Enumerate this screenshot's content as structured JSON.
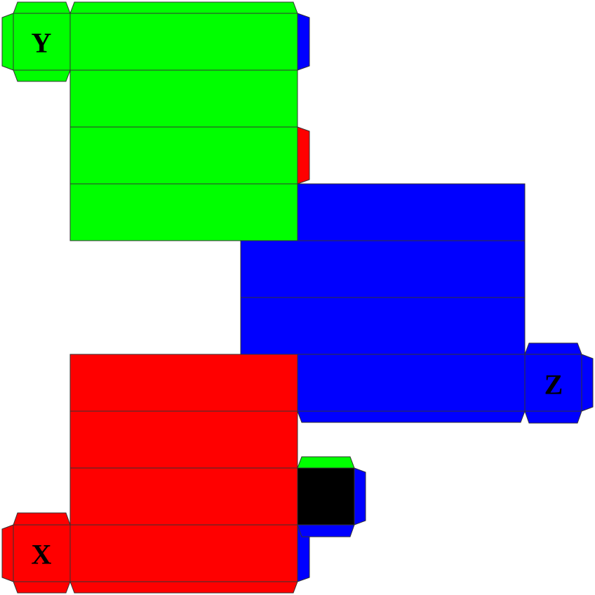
{
  "colors": {
    "green": "#00ff00",
    "blue": "#0000ff",
    "red": "#ff0000",
    "black": "#000000",
    "edge": "#333333",
    "background": "#ffffff"
  },
  "labels": {
    "y": "Y",
    "z": "Z",
    "x": "X"
  }
}
